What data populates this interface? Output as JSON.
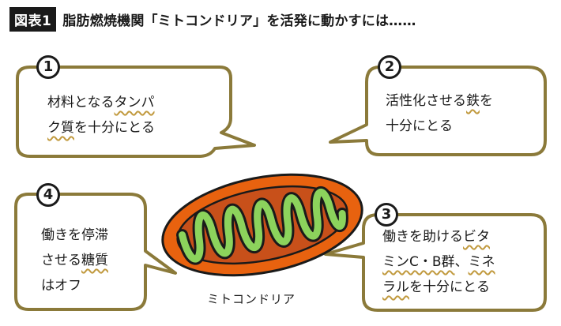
{
  "header": {
    "badge": "図表1",
    "title": "脂肪燃焼機関「ミトコンドリア」を活発に動かすには……"
  },
  "bubbles": [
    {
      "number": "1",
      "line1_plain": "材料となる",
      "line1_wavy": "タンパ",
      "line2_wavy": "ク質",
      "line2_plain": "を十分にとる"
    },
    {
      "number": "2",
      "line1_plain": "活性化させる",
      "line1_wavy": "鉄",
      "line1_tail": "を",
      "line2_plain": "十分にとる"
    },
    {
      "number": "3",
      "line1_plain": "働きを助ける",
      "line1_wavy": "ビタ",
      "line2_wavy": "ミンC・B群",
      "line2_sep": "、",
      "line2_wavy2": "ミネ",
      "line3_wavy": "ラル",
      "line3_plain": "を十分にとる"
    },
    {
      "number": "4",
      "line1": "働きを停滞",
      "line2_plain": "させる",
      "line2_wavy": "糖質",
      "line3": "はオフ"
    }
  ],
  "caption": "ミトコンドリア",
  "colors": {
    "frame": "#8b7a3a",
    "wavy": "#c19a3f",
    "outer": "#e8620f",
    "inner": "#1a1a1a",
    "cristae": "#8cd35c"
  }
}
